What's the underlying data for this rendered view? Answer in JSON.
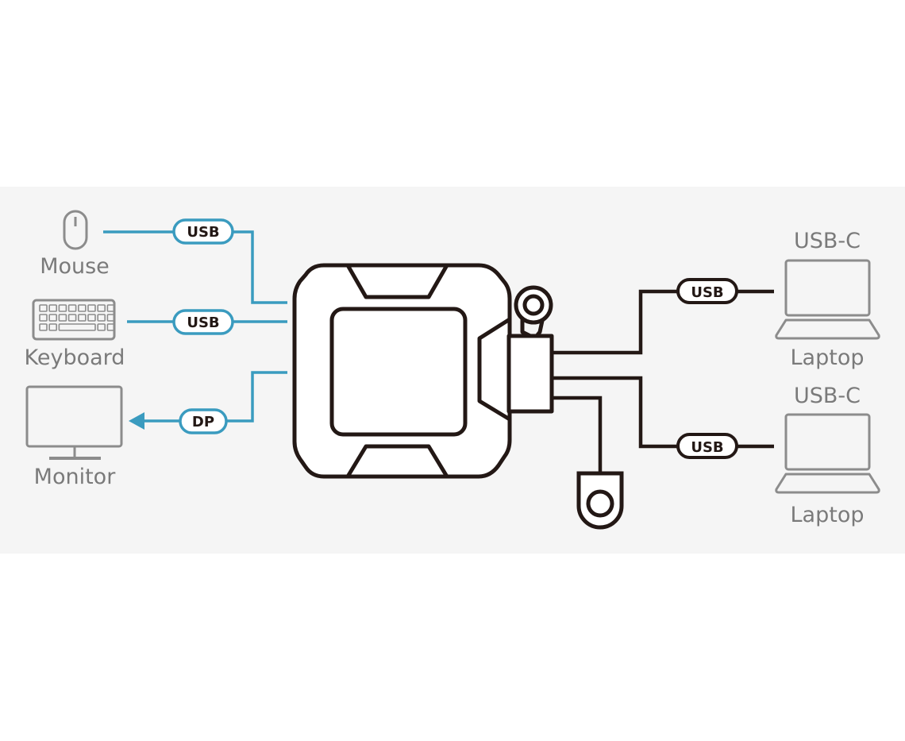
{
  "colors": {
    "band": "#f5f5f5",
    "cable_blue": "#3a9bbf",
    "cable_dark": "#231815",
    "device_gray": "#8c8c8c",
    "label_gray": "#7a7a7a"
  },
  "left_devices": {
    "mouse": {
      "label": "Mouse",
      "icon": "mouse-icon",
      "cable": "USB"
    },
    "keyboard": {
      "label": "Keyboard",
      "icon": "keyboard-icon",
      "cable": "USB"
    },
    "monitor": {
      "label": "Monitor",
      "icon": "monitor-icon",
      "cable": "DP"
    }
  },
  "hub": {
    "icon": "kvm-switch-icon",
    "remote_icon": "remote-button-icon"
  },
  "right_devices": {
    "laptop_top": {
      "port": "USB-C",
      "label": "Laptop",
      "icon": "laptop-icon",
      "cable": "USB"
    },
    "laptop_bottom": {
      "port": "USB-C",
      "label": "Laptop",
      "icon": "laptop-icon",
      "cable": "USB"
    }
  }
}
